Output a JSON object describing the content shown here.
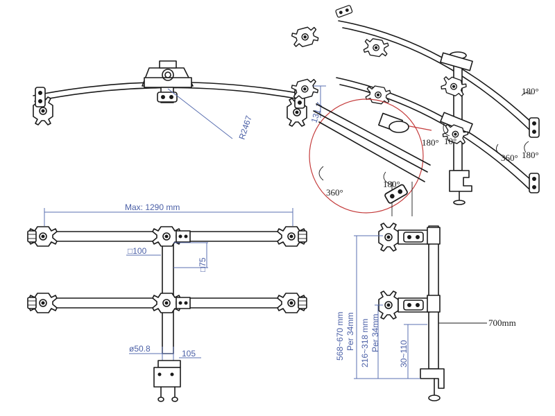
{
  "labels": {
    "radius": "R2467",
    "offset": "131.7",
    "max_width": "Max: 1290 mm",
    "vesa_100": "□100",
    "vesa_75": "□75",
    "pole_diameter": "ø50.8",
    "clamp_offset": "105",
    "height_range": "568~670 mm",
    "height_step": "Per 34mm",
    "lower_range": "216~318 mm",
    "lower_step": "Per 34mm",
    "base_range": "30~110",
    "reach": "700mm",
    "rot_top": "180°",
    "rot_mid": "360°",
    "rot_low": "180°",
    "rot_arm": "180°",
    "rot_detail_360": "360°",
    "rot_detail_180": "180°",
    "rot_pivot": "10°"
  },
  "colors": {
    "line": "#1a1a1a",
    "dimension": "#4a5fa6",
    "detail_circle": "#c43b3b"
  }
}
